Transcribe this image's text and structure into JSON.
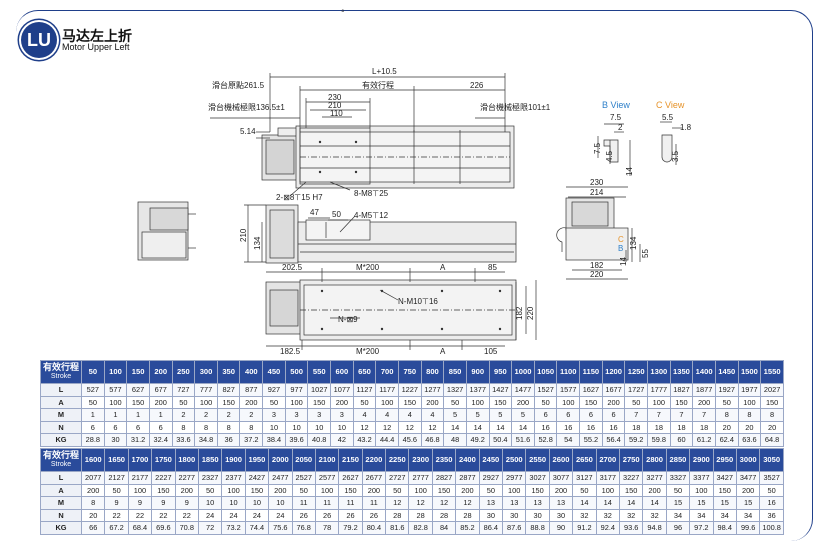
{
  "top_mark": "°",
  "header": {
    "badge": "LU",
    "title_cn": "马达左上折",
    "title_en": "Motor Upper Left"
  },
  "drawing": {
    "top_view": {
      "dim_total": "L+10.5",
      "origin_label": "滑台原點261.5",
      "stroke_label": "有效行程",
      "dim_226": "226",
      "dim_230": "230",
      "dim_210": "210",
      "dim_110": "110",
      "limit_left": "滑台機械極限136.5±1",
      "limit_right": "滑台機械極限101±1",
      "dim_514": "5.14",
      "pin_label": "2-⊠8⊤15 H7",
      "screw_label": "8-M8⊤25"
    },
    "side_view": {
      "dim_47": "47",
      "dim_50": "50",
      "screw_label": "4-M5⊤12",
      "dim_210": "210",
      "dim_134": "134"
    },
    "bottom_view": {
      "dim_2025": "202.5",
      "dim_m200_top": "M*200",
      "dim_a_top": "A",
      "dim_85": "85",
      "n_screw": "N-M10⊤16",
      "n_pin": "N-⊠9",
      "dim_1825": "182.5",
      "dim_m200_bot": "M*200",
      "dim_a_bot": "A",
      "dim_105": "105",
      "dim_182": "182",
      "dim_220": "220"
    },
    "b_view": {
      "title": "B View",
      "dim_75_top": "7.5",
      "dim_2": "2",
      "dim_75_side": "7.5",
      "dim_45": "4.5",
      "dim_14": "14"
    },
    "c_view": {
      "title": "C View",
      "dim_55": "5.5",
      "dim_18": "1.8",
      "dim_35": "3.5"
    },
    "end_view": {
      "dim_230": "230",
      "dim_214": "214",
      "dim_134": "134",
      "dim_55": "55",
      "dim_14": "14",
      "dim_182": "182",
      "dim_220": "220",
      "c_label": "C",
      "b_label": "B"
    },
    "colors": {
      "b_view": "#2f80c9",
      "c_view": "#e6932a",
      "line": "#333333",
      "body_fill": "#e9e9e9"
    }
  },
  "tables": [
    {
      "header_cn": "有效行程",
      "header_en": "Stroke",
      "strokes": [
        "50",
        "100",
        "150",
        "200",
        "250",
        "300",
        "350",
        "400",
        "450",
        "500",
        "550",
        "600",
        "650",
        "700",
        "750",
        "800",
        "850",
        "900",
        "950",
        "1000",
        "1050",
        "1100",
        "1150",
        "1200",
        "1250",
        "1300",
        "1350",
        "1400",
        "1450",
        "1500",
        "1550"
      ],
      "rows": [
        {
          "label": "L",
          "values": [
            "527",
            "577",
            "627",
            "677",
            "727",
            "777",
            "827",
            "877",
            "927",
            "977",
            "1027",
            "1077",
            "1127",
            "1177",
            "1227",
            "1277",
            "1327",
            "1377",
            "1427",
            "1477",
            "1527",
            "1577",
            "1627",
            "1677",
            "1727",
            "1777",
            "1827",
            "1877",
            "1927",
            "1977",
            "2027"
          ]
        },
        {
          "label": "A",
          "values": [
            "50",
            "100",
            "150",
            "200",
            "50",
            "100",
            "150",
            "200",
            "50",
            "100",
            "150",
            "200",
            "50",
            "100",
            "150",
            "200",
            "50",
            "100",
            "150",
            "200",
            "50",
            "100",
            "150",
            "200",
            "50",
            "100",
            "150",
            "200",
            "50",
            "100",
            "150"
          ]
        },
        {
          "label": "M",
          "values": [
            "1",
            "1",
            "1",
            "1",
            "2",
            "2",
            "2",
            "2",
            "3",
            "3",
            "3",
            "3",
            "4",
            "4",
            "4",
            "4",
            "5",
            "5",
            "5",
            "5",
            "6",
            "6",
            "6",
            "6",
            "7",
            "7",
            "7",
            "7",
            "8",
            "8",
            "8"
          ]
        },
        {
          "label": "N",
          "values": [
            "6",
            "6",
            "6",
            "6",
            "8",
            "8",
            "8",
            "8",
            "10",
            "10",
            "10",
            "10",
            "12",
            "12",
            "12",
            "12",
            "14",
            "14",
            "14",
            "14",
            "16",
            "16",
            "16",
            "16",
            "18",
            "18",
            "18",
            "18",
            "20",
            "20",
            "20"
          ]
        },
        {
          "label": "KG",
          "values": [
            "28.8",
            "30",
            "31.2",
            "32.4",
            "33.6",
            "34.8",
            "36",
            "37.2",
            "38.4",
            "39.6",
            "40.8",
            "42",
            "43.2",
            "44.4",
            "45.6",
            "46.8",
            "48",
            "49.2",
            "50.4",
            "51.6",
            "52.8",
            "54",
            "55.2",
            "56.4",
            "59.2",
            "59.8",
            "60",
            "61.2",
            "62.4",
            "63.6",
            "64.8"
          ]
        }
      ]
    },
    {
      "header_cn": "有效行程",
      "header_en": "Stroke",
      "strokes": [
        "1600",
        "1650",
        "1700",
        "1750",
        "1800",
        "1850",
        "1900",
        "1950",
        "2000",
        "2050",
        "2100",
        "2150",
        "2200",
        "2250",
        "2300",
        "2350",
        "2400",
        "2450",
        "2500",
        "2550",
        "2600",
        "2650",
        "2700",
        "2750",
        "2800",
        "2850",
        "2900",
        "2950",
        "3000",
        "3050"
      ],
      "rows": [
        {
          "label": "L",
          "values": [
            "2077",
            "2127",
            "2177",
            "2227",
            "2277",
            "2327",
            "2377",
            "2427",
            "2477",
            "2527",
            "2577",
            "2627",
            "2677",
            "2727",
            "2777",
            "2827",
            "2877",
            "2927",
            "2977",
            "3027",
            "3077",
            "3127",
            "3177",
            "3227",
            "3277",
            "3327",
            "3377",
            "3427",
            "3477",
            "3527"
          ]
        },
        {
          "label": "A",
          "values": [
            "200",
            "50",
            "100",
            "150",
            "200",
            "50",
            "100",
            "150",
            "200",
            "50",
            "100",
            "150",
            "200",
            "50",
            "100",
            "150",
            "200",
            "50",
            "100",
            "150",
            "200",
            "50",
            "100",
            "150",
            "200",
            "50",
            "100",
            "150",
            "200",
            "50"
          ]
        },
        {
          "label": "M",
          "values": [
            "8",
            "9",
            "9",
            "9",
            "9",
            "10",
            "10",
            "10",
            "10",
            "11",
            "11",
            "11",
            "11",
            "12",
            "12",
            "12",
            "12",
            "13",
            "13",
            "13",
            "13",
            "14",
            "14",
            "14",
            "14",
            "15",
            "15",
            "15",
            "15",
            "16"
          ]
        },
        {
          "label": "N",
          "values": [
            "20",
            "22",
            "22",
            "22",
            "22",
            "24",
            "24",
            "24",
            "24",
            "26",
            "26",
            "26",
            "26",
            "28",
            "28",
            "28",
            "28",
            "30",
            "30",
            "30",
            "30",
            "32",
            "32",
            "32",
            "32",
            "34",
            "34",
            "34",
            "34",
            "36"
          ]
        },
        {
          "label": "KG",
          "values": [
            "66",
            "67.2",
            "68.4",
            "69.6",
            "70.8",
            "72",
            "73.2",
            "74.4",
            "75.6",
            "76.8",
            "78",
            "79.2",
            "80.4",
            "81.6",
            "82.8",
            "84",
            "85.2",
            "86.4",
            "87.6",
            "88.8",
            "90",
            "91.2",
            "92.4",
            "93.6",
            "94.8",
            "96",
            "97.2",
            "98.4",
            "99.6",
            "100.8"
          ]
        }
      ]
    }
  ]
}
